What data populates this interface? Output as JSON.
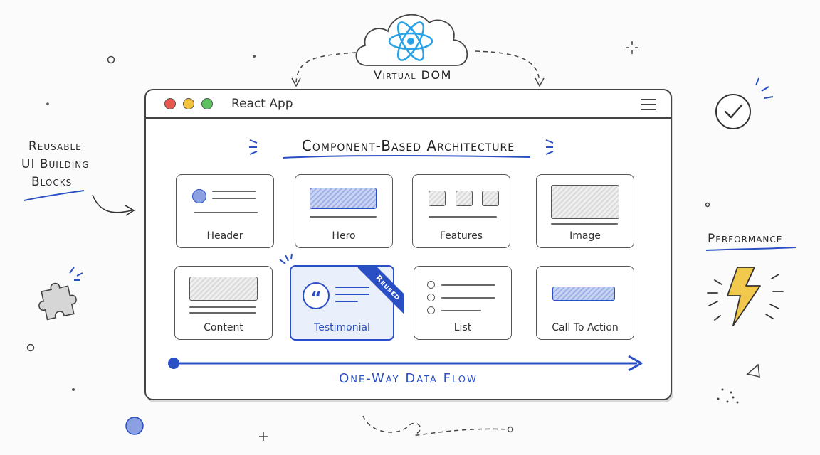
{
  "cloud": {
    "label": "Virtual DOM"
  },
  "window": {
    "title": "React App"
  },
  "heading": "Component-Based Architecture",
  "components": [
    {
      "label": "Header"
    },
    {
      "label": "Hero"
    },
    {
      "label": "Features"
    },
    {
      "label": "Image"
    },
    {
      "label": "Content"
    },
    {
      "label": "Testimonial",
      "badge": "Reused"
    },
    {
      "label": "List"
    },
    {
      "label": "Call To Action"
    }
  ],
  "dataflow": {
    "label": "One-Way Data Flow"
  },
  "notes": {
    "reusable": [
      "Reusable",
      "UI Building",
      "Blocks"
    ],
    "performance": "Performance"
  },
  "colors": {
    "accent": "#2a4fc4",
    "react": "#2aa3e6",
    "bolt": "#f2c94c"
  }
}
